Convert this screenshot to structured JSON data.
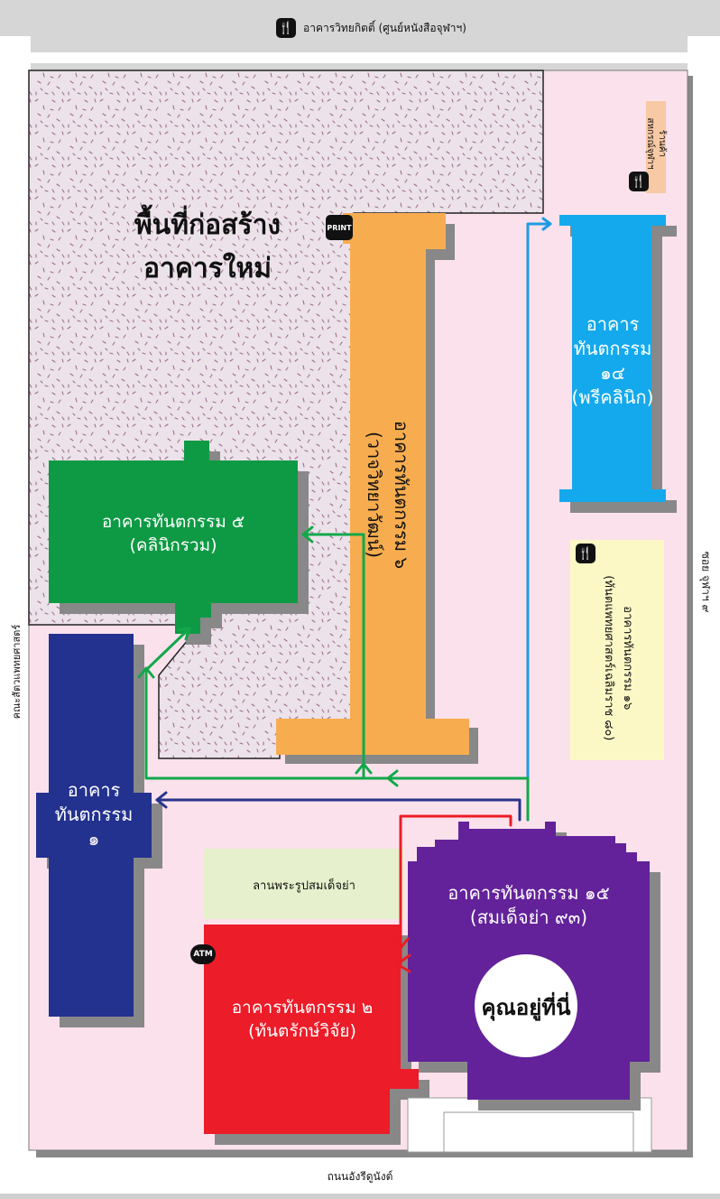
{
  "roads": {
    "top": "อาคารวิทยกิตติ์ (ศูนย์หนังสือจุฬาฯ)",
    "bottom": "ถนนอังรีดูนังต์",
    "left": "คณะสัตวแพทยศาสตร์",
    "right": "ซอย จุฬาฯ ๙"
  },
  "construction": {
    "line1": "พื้นที่ก่อสร้าง",
    "line2": "อาคารใหม่"
  },
  "buildings": {
    "b5": {
      "line1": "อาคารทันตกรรม ๕",
      "line2": "(คลินิกรวม)"
    },
    "b6": {
      "line1": "อาคารทันตกรรม ๖",
      "line2": "(วาจวิทยาวัฒน์)"
    },
    "b14": {
      "line1": "อาคาร",
      "line2": "ทันตกรรม",
      "line3": "๑๔",
      "line4": "(พรีคลินิก)"
    },
    "b16": {
      "line1": "อาคารทันตกรรม ๑๖",
      "line2": "(ทันตแพทยศาสตร์เฉลิมราช ๘๐)"
    },
    "b1": {
      "line1": "อาคาร",
      "line2": "ทันตกรรม",
      "line3": "๑"
    },
    "b15": {
      "line1": "อาคารทันตกรรม ๑๕",
      "line2": "(สมเด็จย่า ๙๓)"
    },
    "b2": {
      "line1": "อาคารทันตกรรม ๒",
      "line2": "(ทันตรักษ์วิจัย)"
    }
  },
  "you_are_here": "คุณอยู่ที่นี่",
  "statue_area": "ลานพระรูปสมเด็จย่า",
  "coop_store": {
    "line1": "ร้านค้า",
    "line2": "สหกรณ์จุฬาฯ"
  },
  "icons": {
    "print": "PRINT",
    "atm": "ATM",
    "food": "fork-knife-icon"
  },
  "colors": {
    "campus": "#fbe1ec",
    "construction": "#e9dde6",
    "b5": "#0e9a44",
    "b6": "#f7ad4f",
    "b14": "#14a9ec",
    "b16": "#fbf8c6",
    "b1": "#23318f",
    "b15": "#63229a",
    "b2": "#ec1c28",
    "statue": "#e6f0cc",
    "route_green": "#12a84a",
    "route_blue": "#1e9be0",
    "route_navy": "#27348b",
    "route_red": "#ec1c24"
  }
}
